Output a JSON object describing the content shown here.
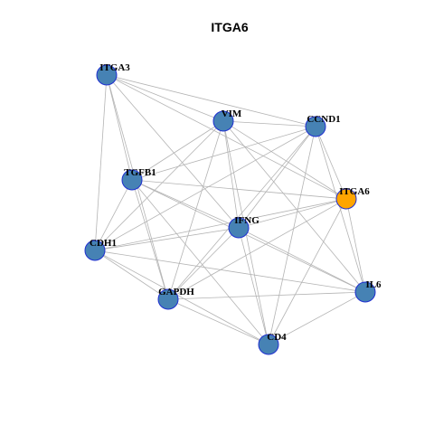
{
  "title": "ITGA6",
  "colors": {
    "background": "#ffffff",
    "node_default": "#4682b4",
    "node_highlight": "#ffa500",
    "node_border": "#1f2fd0",
    "edge": "#b4b4b4"
  },
  "highlight_node": "ITGA6",
  "nodes": [
    "ITGA3",
    "VIM",
    "CCND1",
    "TGFB1",
    "ITGA6",
    "IFNG",
    "CDH1",
    "GAPDH",
    "IL6",
    "CD4"
  ],
  "edges": [
    [
      "ITGA3",
      "VIM"
    ],
    [
      "ITGA3",
      "CCND1"
    ],
    [
      "ITGA3",
      "TGFB1"
    ],
    [
      "ITGA3",
      "ITGA6"
    ],
    [
      "ITGA3",
      "IFNG"
    ],
    [
      "ITGA3",
      "CDH1"
    ],
    [
      "ITGA3",
      "GAPDH"
    ],
    [
      "VIM",
      "CCND1"
    ],
    [
      "VIM",
      "TGFB1"
    ],
    [
      "VIM",
      "ITGA6"
    ],
    [
      "VIM",
      "IFNG"
    ],
    [
      "VIM",
      "CDH1"
    ],
    [
      "VIM",
      "GAPDH"
    ],
    [
      "VIM",
      "IL6"
    ],
    [
      "VIM",
      "CD4"
    ],
    [
      "CCND1",
      "TGFB1"
    ],
    [
      "CCND1",
      "ITGA6"
    ],
    [
      "CCND1",
      "IFNG"
    ],
    [
      "CCND1",
      "CDH1"
    ],
    [
      "CCND1",
      "GAPDH"
    ],
    [
      "CCND1",
      "IL6"
    ],
    [
      "CCND1",
      "CD4"
    ],
    [
      "TGFB1",
      "ITGA6"
    ],
    [
      "TGFB1",
      "IFNG"
    ],
    [
      "TGFB1",
      "CDH1"
    ],
    [
      "TGFB1",
      "GAPDH"
    ],
    [
      "TGFB1",
      "IL6"
    ],
    [
      "TGFB1",
      "CD4"
    ],
    [
      "ITGA6",
      "IFNG"
    ],
    [
      "ITGA6",
      "CDH1"
    ],
    [
      "ITGA6",
      "GAPDH"
    ],
    [
      "ITGA6",
      "IL6"
    ],
    [
      "ITGA6",
      "CD4"
    ],
    [
      "IFNG",
      "CDH1"
    ],
    [
      "IFNG",
      "GAPDH"
    ],
    [
      "IFNG",
      "IL6"
    ],
    [
      "IFNG",
      "CD4"
    ],
    [
      "CDH1",
      "GAPDH"
    ],
    [
      "CDH1",
      "IL6"
    ],
    [
      "CDH1",
      "CD4"
    ],
    [
      "GAPDH",
      "IL6"
    ],
    [
      "GAPDH",
      "CD4"
    ],
    [
      "IL6",
      "CD4"
    ]
  ]
}
